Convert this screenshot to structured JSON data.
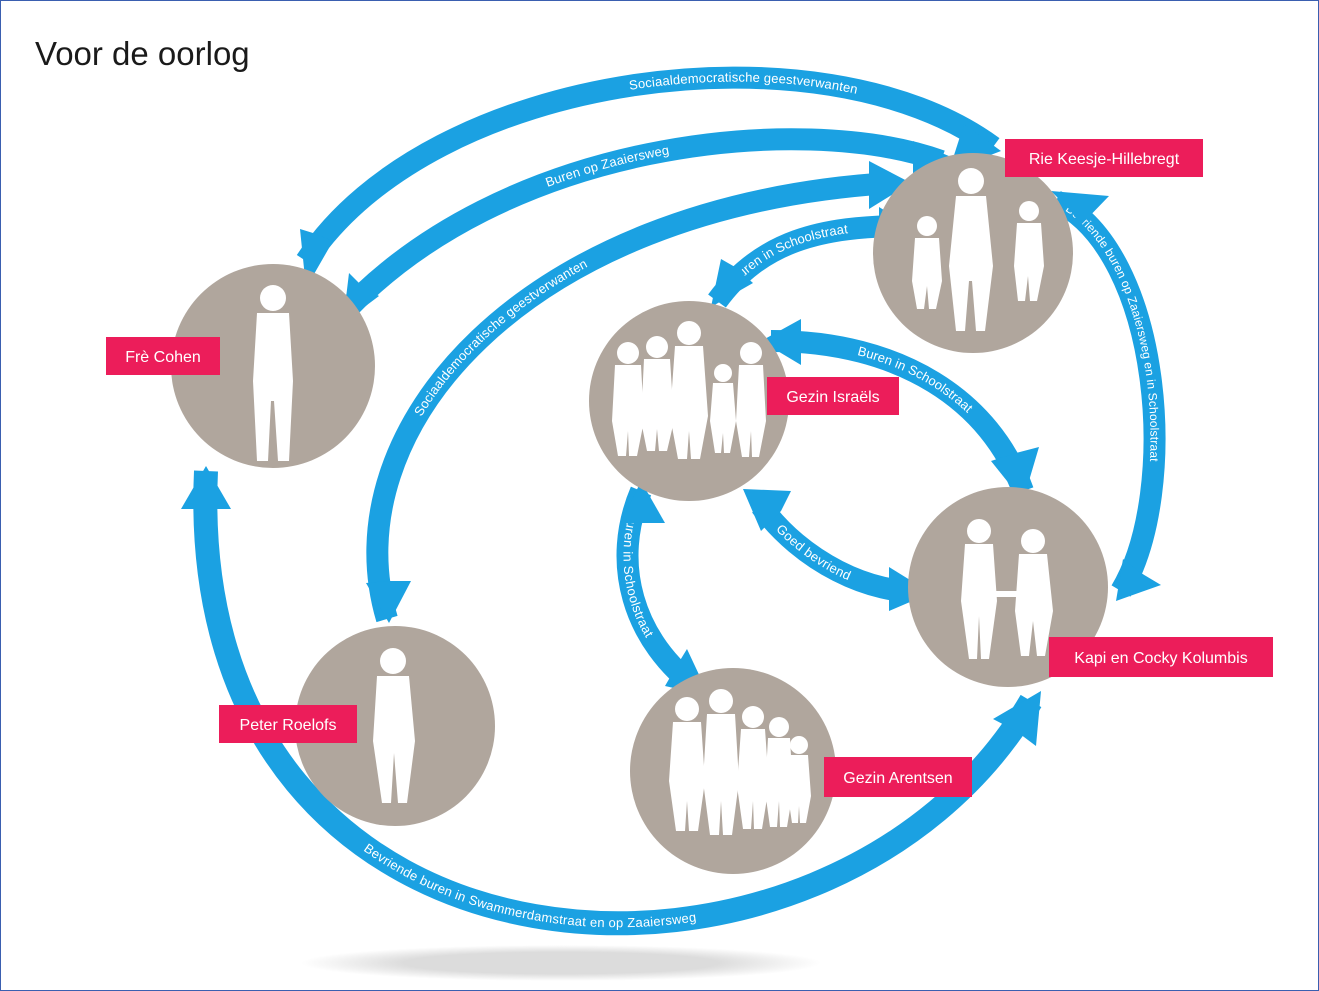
{
  "title": "Voor de oorlog",
  "colors": {
    "arrow": "#1ba1e2",
    "node_circle": "#b0a69d",
    "label_bg": "#ec1d5a",
    "label_text": "#ffffff"
  },
  "nodes": {
    "rie": {
      "label": "Rie Keesje-Hillebregt",
      "icon": "woman-with-two-children-icon"
    },
    "fre": {
      "label": "Frè Cohen",
      "icon": "woman-silhouette-icon"
    },
    "israels": {
      "label": "Gezin Israëls",
      "icon": "family-group-icon"
    },
    "kapi": {
      "label": "Kapi en Cocky Kolumbis",
      "icon": "couple-holding-hands-icon"
    },
    "peter": {
      "label": "Peter Roelofs",
      "icon": "man-silhouette-icon"
    },
    "arentsen": {
      "label": "Gezin Arentsen",
      "icon": "family-group-icon"
    }
  },
  "links": {
    "rie_fre_social": "Sociaaldemocratische geestverwanten",
    "rie_fre_neighbours": "Buren op Zaaiersweg",
    "rie_peter_social": "Sociaaldemocratische geestverwanten",
    "rie_israels": "Buren in Schoolstraat",
    "israels_kapi_school": "Buren in Schoolstraat",
    "israels_kapi_friends": "Goed bevriend",
    "rie_kapi": "Bevriende buren op Zaaiersweg en in Schoolstraat",
    "israels_arentsen": "Buren in Schoolstraat",
    "fre_kapi": "Bevriende buren in Swammerdamstraat en op Zaaiersweg"
  }
}
